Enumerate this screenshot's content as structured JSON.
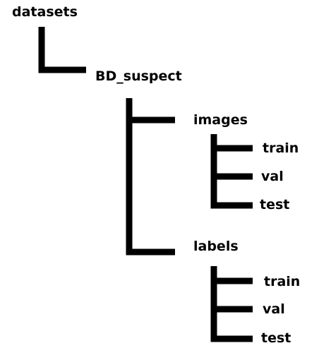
{
  "tree": {
    "root": "datasets",
    "level1": "BD_suspect",
    "images_folder": "images",
    "labels_folder": "labels",
    "images_children": [
      "train",
      "val",
      "test"
    ],
    "labels_children": [
      "train",
      "val",
      "test"
    ]
  },
  "colors": {
    "line": "#000000",
    "text": "#000000",
    "background": "#ffffff"
  }
}
